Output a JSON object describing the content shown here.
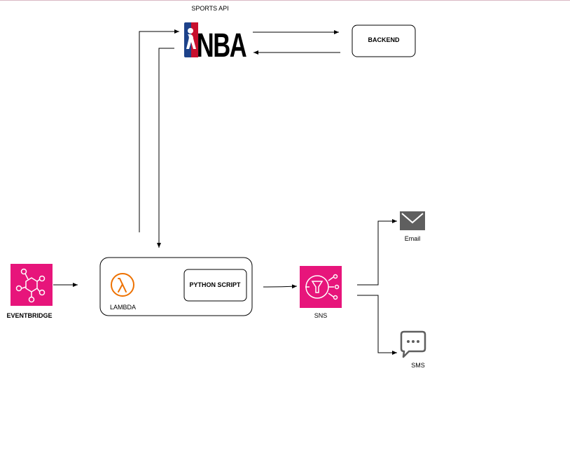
{
  "colors": {
    "accent_pink": "#E7157B",
    "lambda_orange": "#ED7100",
    "nba_blue": "#1D428A",
    "nba_red": "#C8102E",
    "icon_gray": "#5F5F5F",
    "line": "#000000"
  },
  "nodes": {
    "sports_api": {
      "label": "SPORTS API",
      "logo_text": "NBA",
      "icon": "nba-logo"
    },
    "backend": {
      "label": "BACKEND"
    },
    "eventbridge": {
      "label": "EVENTBRIDGE",
      "icon": "eventbridge-icon"
    },
    "lambda": {
      "label": "LAMBDA",
      "icon": "lambda-icon"
    },
    "python_script": {
      "label": "PYTHON SCRIPT"
    },
    "sns": {
      "label": "SNS",
      "icon": "sns-icon"
    },
    "email": {
      "label": "Email",
      "icon": "envelope-icon"
    },
    "sms": {
      "label": "SMS",
      "icon": "chat-bubble-icon"
    }
  }
}
